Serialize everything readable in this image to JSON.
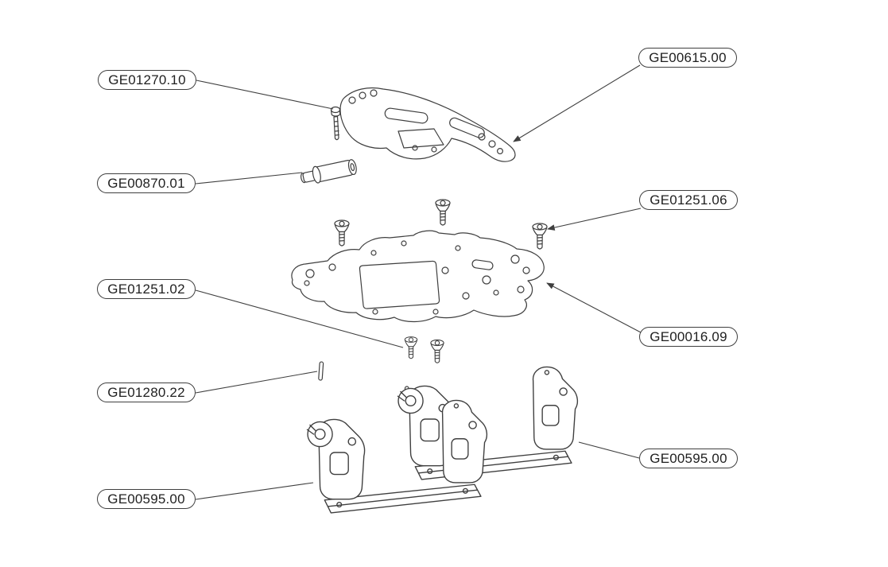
{
  "colors": {
    "line": "#3f3f3f",
    "background": "#ffffff",
    "text": "#1f1f1f"
  },
  "labels": [
    "GE01270.10",
    "GE00615.00",
    "GE00870.01",
    "GE01251.06",
    "GE01251.02",
    "GE00016.09",
    "GE01280.22",
    "GE00595.00",
    "GE00595.00"
  ]
}
